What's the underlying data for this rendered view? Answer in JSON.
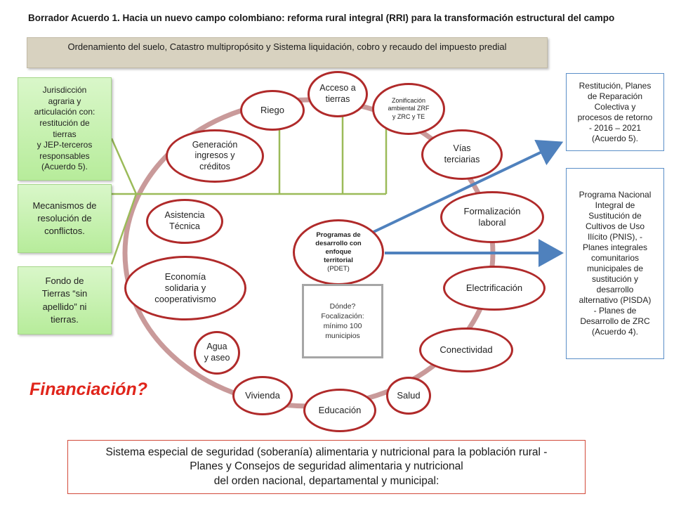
{
  "title": "Borrador Acuerdo 1. Hacia un nuevo campo colombiano: reforma rural integral (RRI) para la transformación estructural del campo",
  "banner": "Ordenamiento del suelo,  Catastro multipropósito y Sistema liquidación, cobro y recaudo del impuesto predial",
  "left_boxes": {
    "jurisdiccion": "Jurisdicción\nagraria y\narticulación con:\nrestitución de\ntierras\ny JEP-terceros\nresponsables\n(Acuerdo 5).",
    "mecanismos": "Mecanismos de\nresolución de\nconflictos.",
    "fondo": "Fondo de\nTierras “sin\napellido” ni\ntierras."
  },
  "right_boxes": {
    "restitucion": "Restitución, Planes\nde Reparación\nColectiva  y\nprocesos de retorno\n- 2016  – 2021\n(Acuerdo 5).",
    "programa": "Programa Nacional\nIntegral de\nSustitución de\nCultivos de Uso\nIlícito (PNIS), -\nPlanes integrales\ncomunitarios\nmunicipales de\nsustitución y\ndesarrollo\nalternativo (PISDA)\n- Planes de\nDesarrollo de ZRC\n(Acuerdo 4)."
  },
  "center": {
    "pdet_bold": "Programas de\ndesarrollo con\nenfoque\nterritorial",
    "pdet_tail": "(PDET)"
  },
  "nodes": {
    "acceso": "Acceso a\ntierras",
    "zonificacion": "Zonificación\nambiental ZRF\ny ZRC y TE",
    "vias": "Vías\nterciarias",
    "formalizacion": "Formalización\nlaboral",
    "electrificacion": "Electrificación",
    "conectividad": "Conectividad",
    "salud": "Salud",
    "educacion": "Educación",
    "vivienda": "Vivienda",
    "agua": "Agua\ny aseo",
    "economia": "Economía\nsolidaria y\ncooperativismo",
    "asistencia": "Asistencia\nTécnica",
    "generacion": "Generación\ningresos y\ncréditos",
    "riego": "Riego"
  },
  "focalizacion": "Dónde?\nFocalización:\nmínimo 100\nmunicipios",
  "financiacion": "Financiación?",
  "bottom_box": "Sistema especial de seguridad (soberanía) alimentaria y nutricional para la población rural -\nPlanes y Consejos de seguridad alimentaria y nutricional\ndel orden nacional, departamental y municipal:",
  "colors": {
    "ring": "#c99a9a",
    "node_border": "#b02a2a",
    "green_line": "#9bbb59",
    "blue_arrow": "#4f81bd"
  }
}
